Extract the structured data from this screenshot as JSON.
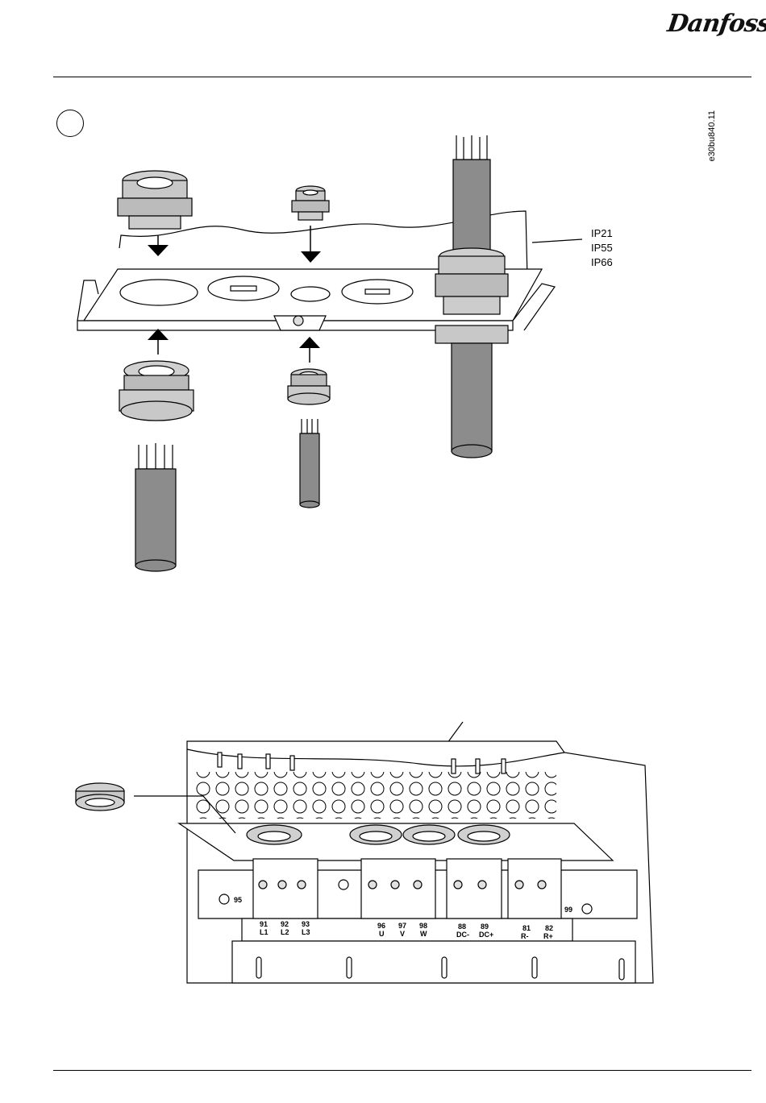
{
  "brand": {
    "logo_text": "Danfoss"
  },
  "figure": {
    "reference_code": "e30bu840.11",
    "ip_ratings": [
      "IP21",
      "IP55",
      "IP66"
    ]
  },
  "terminals": {
    "ground_left": "95",
    "ground_right": "99",
    "mains": [
      {
        "number": "91",
        "name": "L1"
      },
      {
        "number": "92",
        "name": "L2"
      },
      {
        "number": "93",
        "name": "L3"
      }
    ],
    "motor": [
      {
        "number": "96",
        "name": "U"
      },
      {
        "number": "97",
        "name": "V"
      },
      {
        "number": "98",
        "name": "W"
      }
    ],
    "dc": [
      {
        "number": "88",
        "name": "DC-"
      },
      {
        "number": "89",
        "name": "DC+"
      }
    ],
    "brake": [
      {
        "number": "81",
        "name": "R-"
      },
      {
        "number": "82",
        "name": "R+"
      }
    ]
  }
}
